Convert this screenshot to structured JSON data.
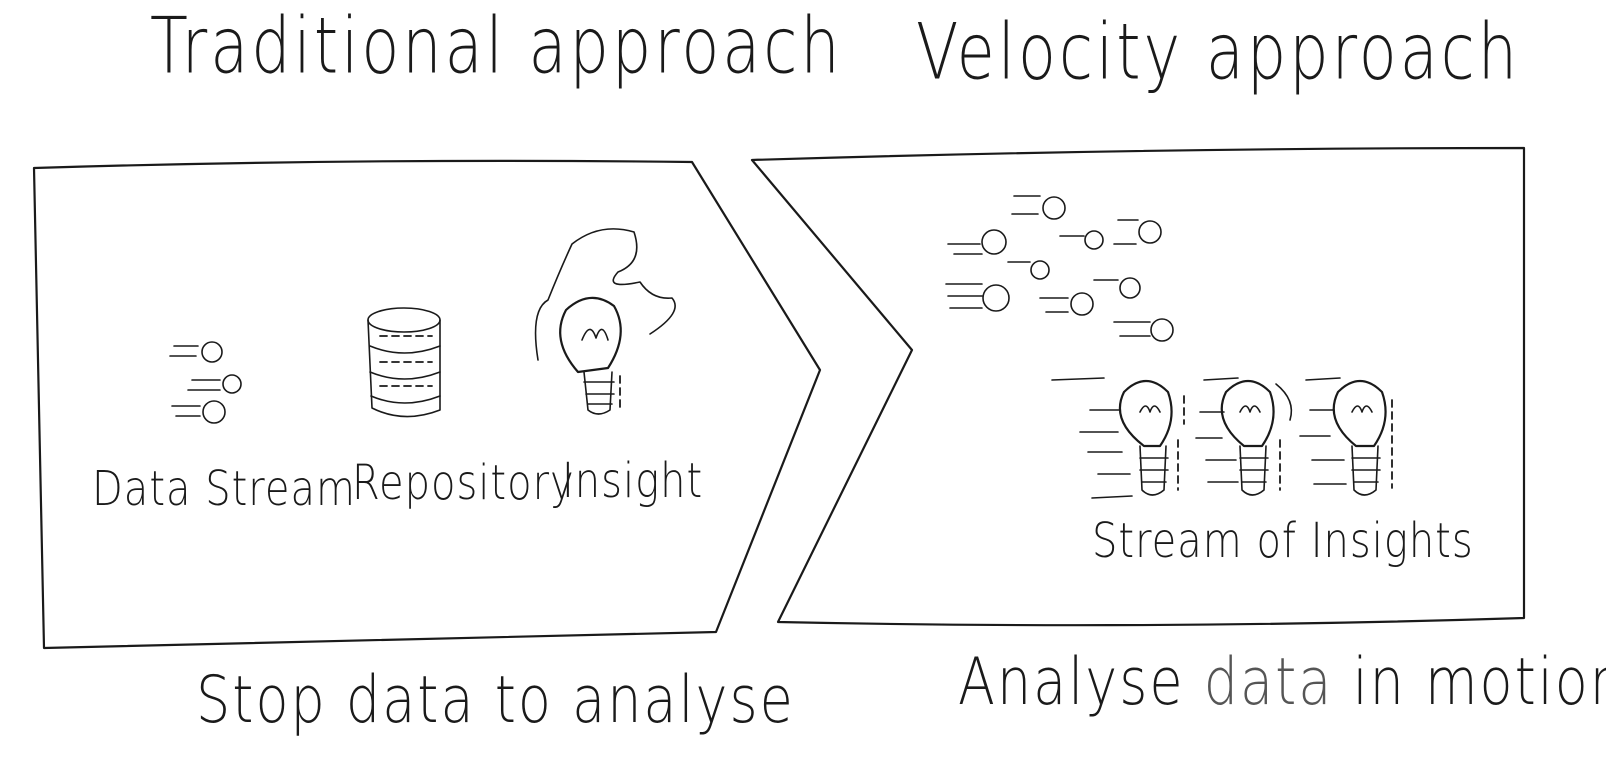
{
  "left_panel": {
    "title": "Traditional approach",
    "items": [
      {
        "label": "Data Stream",
        "icon": "data-stream-icon"
      },
      {
        "label": "Repository",
        "icon": "database-icon"
      },
      {
        "label": "Insight",
        "icon": "lightbulb-icon"
      }
    ],
    "caption": "Stop data to analyse"
  },
  "right_panel": {
    "title": "Velocity approach",
    "label": "Stream of Insights",
    "icons": [
      "fast-data-stream-icon",
      "lightbulb-stream-icon"
    ],
    "caption": {
      "part1": "Analyse",
      "part2": "data",
      "part3": "in motion"
    }
  }
}
